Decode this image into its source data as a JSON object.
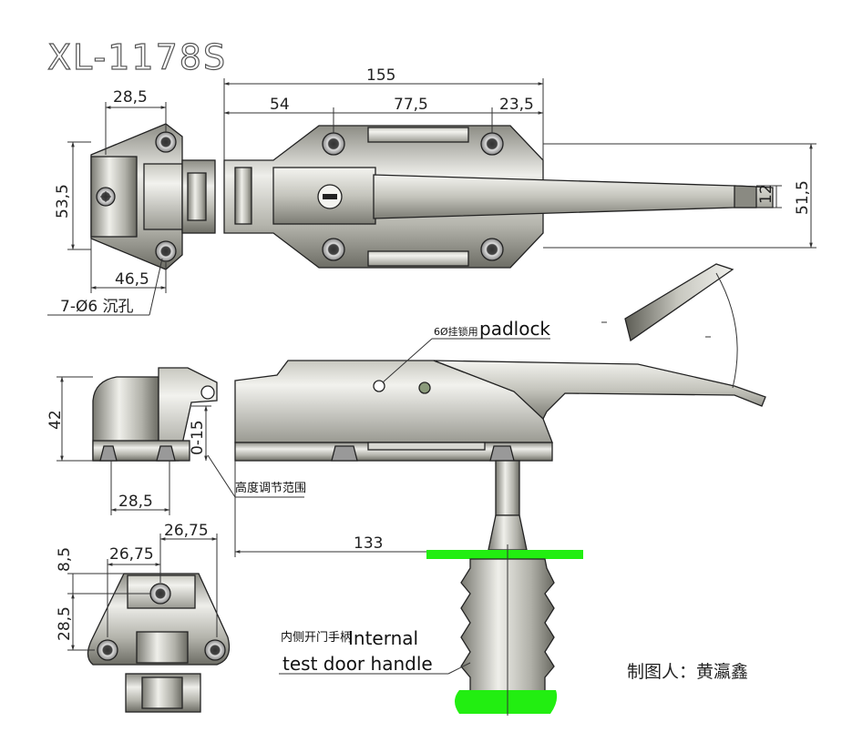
{
  "title": "XL-1178S",
  "dimensions": {
    "top_view": {
      "d28_5": "28,5",
      "d155": "155",
      "d54": "54",
      "d77_5": "77,5",
      "d23_5": "23,5",
      "d53_5": "53,5",
      "d46_5": "46,5",
      "d12": "12",
      "d51_5": "51,5",
      "holes": "7-Ø6 沉孔"
    },
    "side_view": {
      "d42": "42",
      "d0_15": "0-15",
      "d28_5": "28,5",
      "d133": "133",
      "adjust_range": "高度调节范围",
      "padlock_cn": "6Ø挂锁用",
      "padlock_en": "padlock"
    },
    "front_view": {
      "d8_5": "8,5",
      "d26_75_a": "26,75",
      "d26_75_b": "26,75",
      "d28_5": "28,5"
    }
  },
  "handle_note": {
    "cn": "内侧开门手柄",
    "line1": "Internal",
    "line2": "test door handle"
  },
  "author": "制图人：黄瀛鑫",
  "colors": {
    "metal_light": "#e8e8e2",
    "metal_mid": "#a9a99f",
    "metal_dark": "#6b6b62",
    "rubber_green": "#22ee11"
  }
}
